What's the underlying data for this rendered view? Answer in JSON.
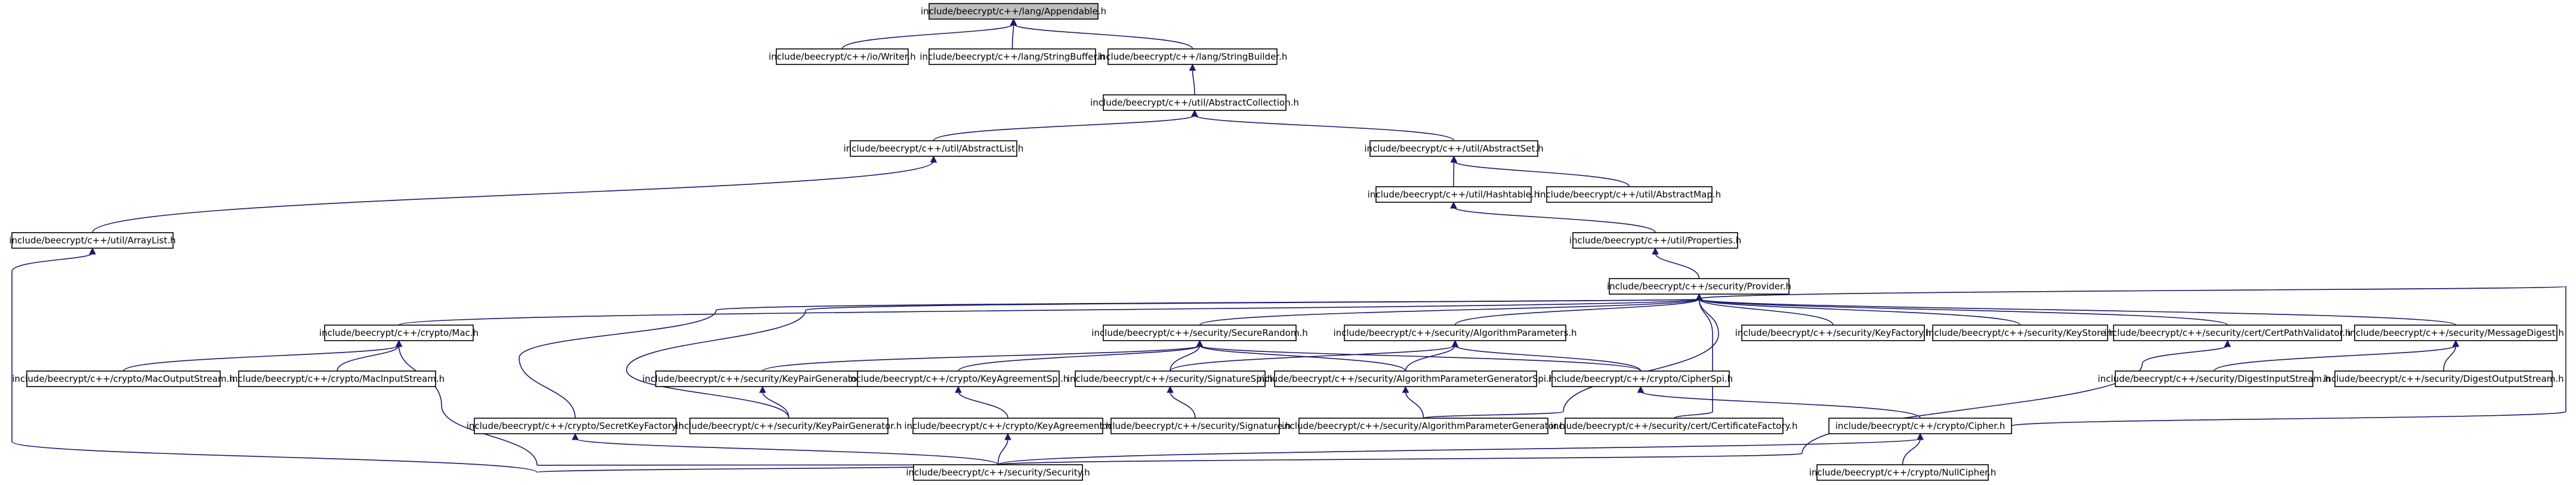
{
  "graph": {
    "nodes": [
      {
        "id": "appendable",
        "label": "include/beecrypt/c++/lang/Appendable.h",
        "root": true
      },
      {
        "id": "writer",
        "label": "include/beecrypt/c++/io/Writer.h"
      },
      {
        "id": "stringbuffer",
        "label": "include/beecrypt/c++/lang/StringBuffer.h"
      },
      {
        "id": "stringbuilder",
        "label": "include/beecrypt/c++/lang/StringBuilder.h"
      },
      {
        "id": "abscoll",
        "label": "include/beecrypt/c++/util/AbstractCollection.h"
      },
      {
        "id": "abslist",
        "label": "include/beecrypt/c++/util/AbstractList.h"
      },
      {
        "id": "absset",
        "label": "include/beecrypt/c++/util/AbstractSet.h"
      },
      {
        "id": "hashtable",
        "label": "include/beecrypt/c++/util/Hashtable.h"
      },
      {
        "id": "absmap",
        "label": "include/beecrypt/c++/util/AbstractMap.h"
      },
      {
        "id": "arraylist",
        "label": "include/beecrypt/c++/util/ArrayList.h"
      },
      {
        "id": "properties",
        "label": "include/beecrypt/c++/util/Properties.h"
      },
      {
        "id": "provider",
        "label": "include/beecrypt/c++/security/Provider.h"
      },
      {
        "id": "mac",
        "label": "include/beecrypt/c++/crypto/Mac.h"
      },
      {
        "id": "securerandom",
        "label": "include/beecrypt/c++/security/SecureRandom.h"
      },
      {
        "id": "algparams",
        "label": "include/beecrypt/c++/security/AlgorithmParameters.h"
      },
      {
        "id": "keyfactory",
        "label": "include/beecrypt/c++/security/KeyFactory.h"
      },
      {
        "id": "keystore",
        "label": "include/beecrypt/c++/security/KeyStore.h"
      },
      {
        "id": "certpath",
        "label": "include/beecrypt/c++/security/cert/CertPathValidator.h"
      },
      {
        "id": "msgdigest",
        "label": "include/beecrypt/c++/security/MessageDigest.h"
      },
      {
        "id": "macout",
        "label": "include/beecrypt/c++/crypto/MacOutputStream.h"
      },
      {
        "id": "macin",
        "label": "include/beecrypt/c++/crypto/MacInputStream.h"
      },
      {
        "id": "kpgspi",
        "label": "include/beecrypt/c++/security/KeyPairGeneratorSpi.h"
      },
      {
        "id": "kaspi",
        "label": "include/beecrypt/c++/crypto/KeyAgreementSpi.h"
      },
      {
        "id": "sigspi",
        "label": "include/beecrypt/c++/security/SignatureSpi.h"
      },
      {
        "id": "apgspi",
        "label": "include/beecrypt/c++/security/AlgorithmParameterGeneratorSpi.h"
      },
      {
        "id": "cipherspi",
        "label": "include/beecrypt/c++/crypto/CipherSpi.h"
      },
      {
        "id": "digin",
        "label": "include/beecrypt/c++/security/DigestInputStream.h"
      },
      {
        "id": "digout",
        "label": "include/beecrypt/c++/security/DigestOutputStream.h"
      },
      {
        "id": "skf",
        "label": "include/beecrypt/c++/crypto/SecretKeyFactory.h"
      },
      {
        "id": "kpg",
        "label": "include/beecrypt/c++/security/KeyPairGenerator.h"
      },
      {
        "id": "ka",
        "label": "include/beecrypt/c++/crypto/KeyAgreement.h"
      },
      {
        "id": "signature",
        "label": "include/beecrypt/c++/security/Signature.h"
      },
      {
        "id": "apg",
        "label": "include/beecrypt/c++/security/AlgorithmParameterGenerator.h"
      },
      {
        "id": "certfactory",
        "label": "include/beecrypt/c++/security/cert/CertificateFactory.h"
      },
      {
        "id": "cipher",
        "label": "include/beecrypt/c++/crypto/Cipher.h"
      },
      {
        "id": "security",
        "label": "include/beecrypt/c++/security/Security.h"
      },
      {
        "id": "nullcipher",
        "label": "include/beecrypt/c++/crypto/NullCipher.h"
      }
    ],
    "edges": [
      [
        "appendable",
        "writer"
      ],
      [
        "appendable",
        "stringbuffer"
      ],
      [
        "appendable",
        "stringbuilder"
      ],
      [
        "stringbuilder",
        "abscoll"
      ],
      [
        "abscoll",
        "abslist"
      ],
      [
        "abscoll",
        "absset"
      ],
      [
        "abslist",
        "arraylist"
      ],
      [
        "absset",
        "hashtable"
      ],
      [
        "absset",
        "absmap"
      ],
      [
        "hashtable",
        "properties"
      ],
      [
        "properties",
        "provider"
      ],
      [
        "arraylist",
        "security"
      ],
      [
        "provider",
        "mac"
      ],
      [
        "provider",
        "securerandom"
      ],
      [
        "provider",
        "algparams"
      ],
      [
        "provider",
        "keyfactory"
      ],
      [
        "provider",
        "keystore"
      ],
      [
        "provider",
        "certpath"
      ],
      [
        "provider",
        "msgdigest"
      ],
      [
        "provider",
        "skf"
      ],
      [
        "provider",
        "kpg"
      ],
      [
        "provider",
        "apg"
      ],
      [
        "provider",
        "certfactory"
      ],
      [
        "provider",
        "cipher"
      ],
      [
        "mac",
        "macout"
      ],
      [
        "mac",
        "macin"
      ],
      [
        "mac",
        "security"
      ],
      [
        "securerandom",
        "kpgspi"
      ],
      [
        "securerandom",
        "kaspi"
      ],
      [
        "securerandom",
        "sigspi"
      ],
      [
        "securerandom",
        "apgspi"
      ],
      [
        "securerandom",
        "cipherspi"
      ],
      [
        "algparams",
        "sigspi"
      ],
      [
        "algparams",
        "apgspi"
      ],
      [
        "algparams",
        "cipherspi"
      ],
      [
        "certpath",
        "security"
      ],
      [
        "msgdigest",
        "digin"
      ],
      [
        "msgdigest",
        "digout"
      ],
      [
        "kpgspi",
        "kpg"
      ],
      [
        "kaspi",
        "ka"
      ],
      [
        "sigspi",
        "signature"
      ],
      [
        "apgspi",
        "apg"
      ],
      [
        "cipherspi",
        "cipher"
      ],
      [
        "skf",
        "security"
      ],
      [
        "ka",
        "security"
      ],
      [
        "cipher",
        "security"
      ],
      [
        "cipher",
        "nullcipher"
      ]
    ]
  }
}
